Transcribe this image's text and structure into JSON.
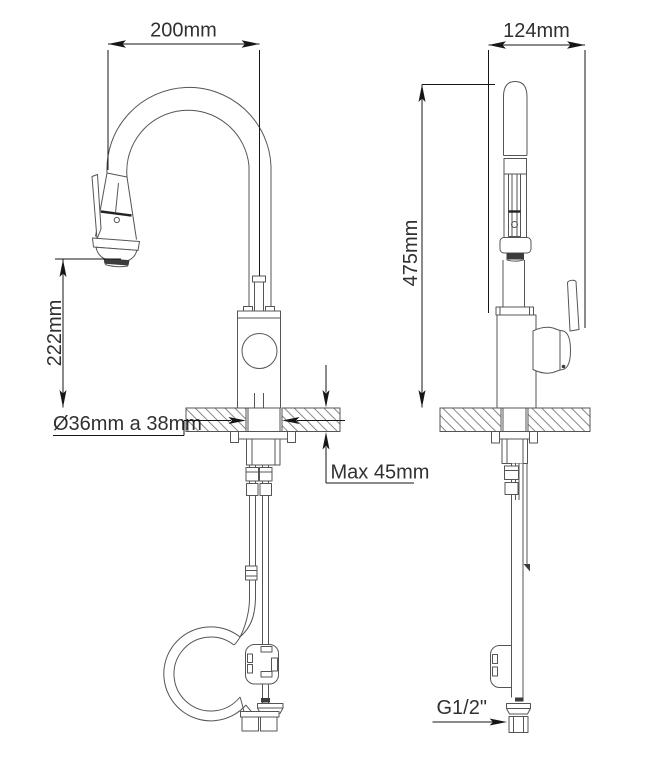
{
  "front_view": {
    "spout_reach_label": "200mm",
    "spout_height_label": "222mm",
    "hole_diameter_label": "Ø36mm a 38mm",
    "max_counter_thickness_label": "Max 45mm"
  },
  "side_view": {
    "depth_label": "124mm",
    "height_label": "475mm",
    "thread_label": "G1/2\""
  },
  "colors": {
    "line": "#555555",
    "text": "#303030",
    "arrow": "#161616",
    "background": "#ffffff",
    "hatch": "#7a7a7a",
    "dark": "#3c3c3c"
  }
}
